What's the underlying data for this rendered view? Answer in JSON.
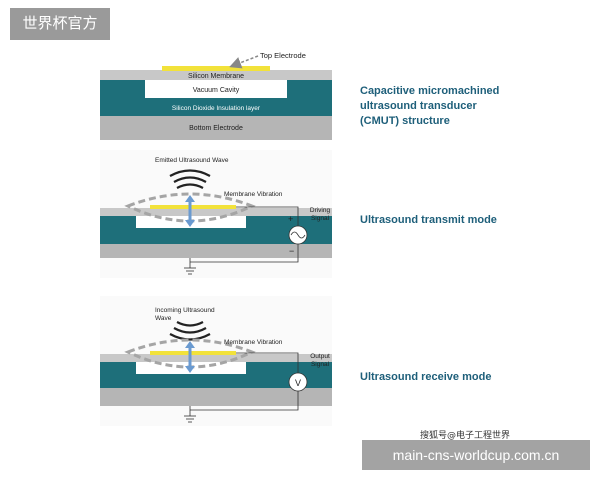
{
  "badge": {
    "text": "世界杯官方"
  },
  "structure": {
    "top_electrode": "Top Electrode",
    "silicon_membrane": "Silicon Membrane",
    "vacuum_cavity": "Vacuum Cavity",
    "insulation_layer": "Silicon Dioxide Insulation layer",
    "bottom_electrode": "Bottom Electrode",
    "caption_lines": [
      "Capacitive micromachined",
      "ultrasound transducer",
      "(CMUT) structure"
    ]
  },
  "transmit": {
    "wave_label": "Emitted Ultrasound Wave",
    "vibration_label": "Membrane Vibration",
    "signal_label_line1": "Driving",
    "signal_label_line2": "Signal",
    "plus": "+",
    "minus": "−",
    "caption": "Ultrasound transmit mode"
  },
  "receive": {
    "wave_label_line1": "Incoming Ultrasound",
    "wave_label_line2": "Wave",
    "vibration_label": "Membrane Vibration",
    "signal_label_line1": "Output",
    "signal_label_line2": "Signal",
    "meter_symbol": "V",
    "caption": "Ultrasound receive mode"
  },
  "watermark": "搜狐号@电子工程世界",
  "url": "main-cns-worldcup.com.cn",
  "colors": {
    "teal": "#1e6f7a",
    "gray": "#b5b5b5",
    "electrode": "#f2e23a",
    "caption": "#1e5f7a"
  }
}
